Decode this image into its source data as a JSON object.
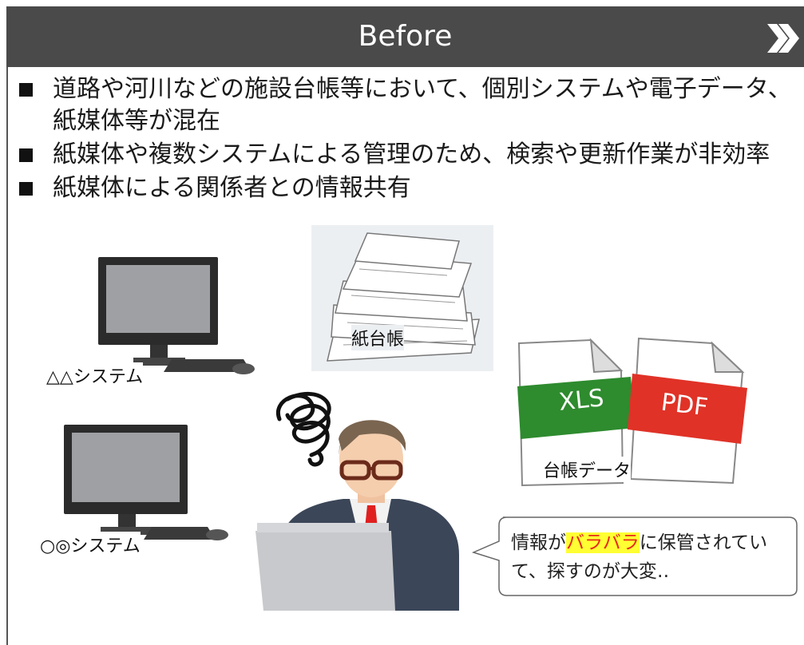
{
  "header": {
    "title": "Before"
  },
  "bullets": [
    "道路や河川などの施設台帳等において、個別システムや電子データ、紙媒体等が混在",
    "紙媒体や複数システムによる管理のため、検索や更新作業が非効率",
    "紙媒体による関係者との情報共有"
  ],
  "illustration": {
    "system_a_label": "△△システム",
    "system_b_label": "○◎システム",
    "paper_label": "紙台帳",
    "xls_label": "XLS",
    "pdf_label": "PDF",
    "data_label": "台帳データ"
  },
  "bubble": {
    "pre": "情報が",
    "highlight": "バラバラ",
    "post": "に保管されていて、探すのが大変‥"
  },
  "colors": {
    "header_bg": "#4a4a4a",
    "xls": "#2e8b2e",
    "pdf": "#e03227",
    "highlight": "#ffff33"
  }
}
